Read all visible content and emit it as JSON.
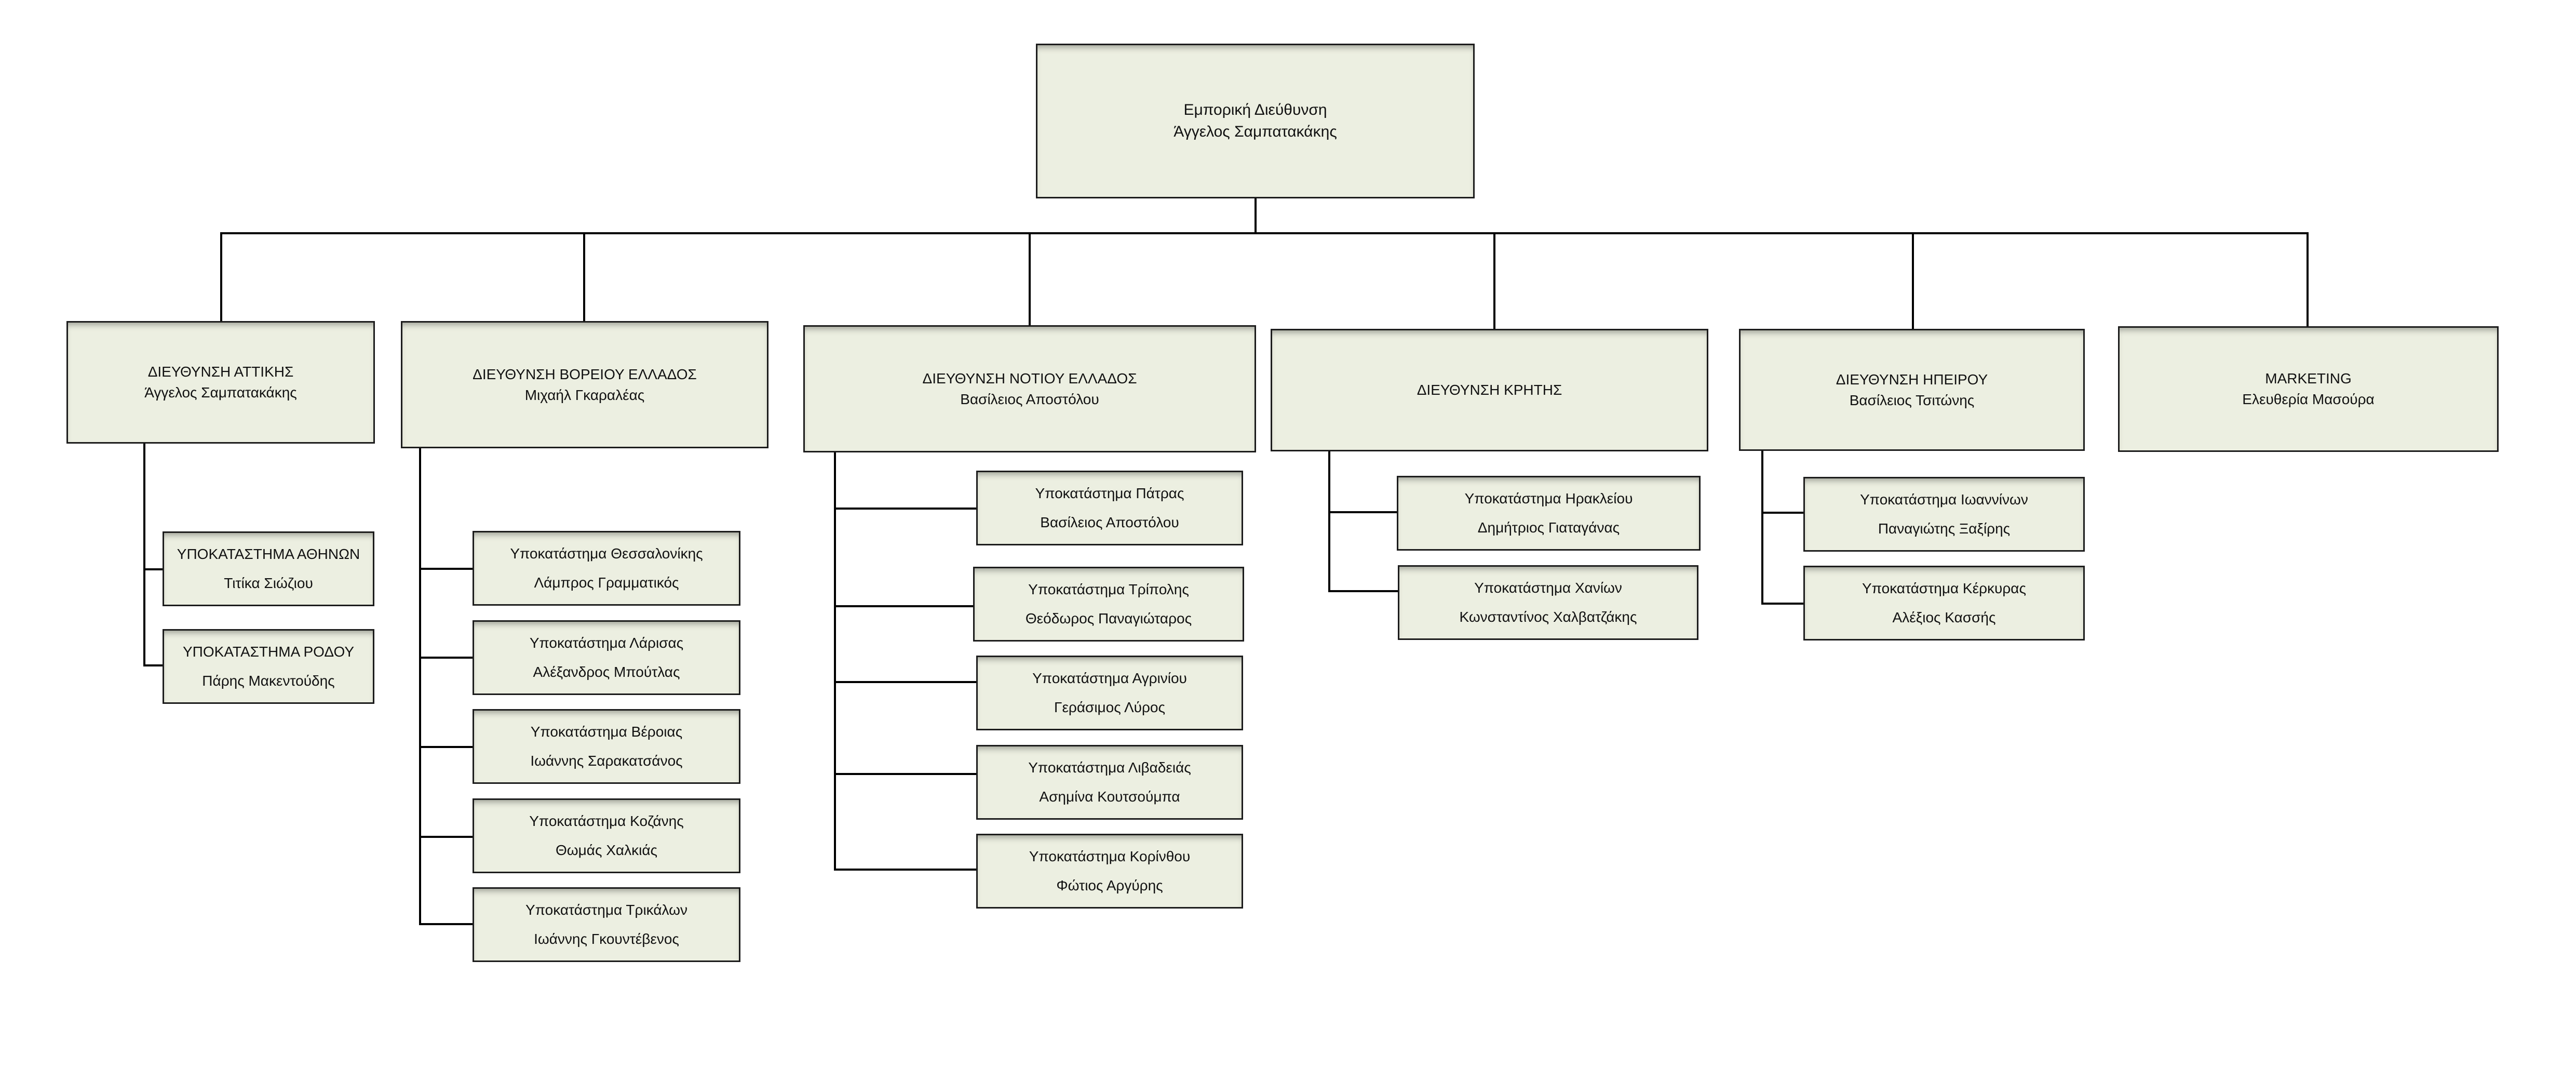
{
  "root": {
    "title": "Εμπορική Διεύθυνση",
    "person": "Άγγελος Σαμπατακάκης"
  },
  "departments": [
    {
      "title": "ΔΙΕΥΘΥΝΣΗ ΑΤΤΙΚΗΣ",
      "person": "Άγγελος Σαμπατακάκης",
      "branches": [
        {
          "title": "ΥΠΟΚΑΤΑΣΤΗΜΑ ΑΘΗΝΩΝ",
          "person": "Τιτίκα Σιώζιου"
        },
        {
          "title": "ΥΠΟΚΑΤΑΣΤΗΜΑ ΡΟΔΟΥ",
          "person": "Πάρης Μακεντούδης"
        }
      ]
    },
    {
      "title": "ΔΙΕΥΘΥΝΣΗ ΒΟΡΕΙΟΥ ΕΛΛΑΔΟΣ",
      "person": "Μιχαήλ Γκαραλέας",
      "branches": [
        {
          "title": "Υποκατάστημα Θεσσαλονίκης",
          "person": "Λάμπρος Γραμματικός"
        },
        {
          "title": "Υποκατάστημα Λάρισας",
          "person": "Αλέξανδρος Μπούτλας"
        },
        {
          "title": "Υποκατάστημα Βέροιας",
          "person": "Ιωάννης Σαρακατσάνος"
        },
        {
          "title": "Υποκατάστημα Κοζάνης",
          "person": "Θωμάς Χαλκιάς"
        },
        {
          "title": "Υποκατάστημα Τρικάλων",
          "person": "Ιωάννης Γκουντέβενος"
        }
      ]
    },
    {
      "title": "ΔΙΕΥΘΥΝΣΗ ΝΟΤΙΟΥ ΕΛΛΑΔΟΣ",
      "person": "Βασίλειος Αποστόλου",
      "branches": [
        {
          "title": "Υποκατάστημα Πάτρας",
          "person": "Βασίλειος Αποστόλου"
        },
        {
          "title": "Υποκατάστημα Τρίπολης",
          "person": "Θεόδωρος Παναγιώταρος"
        },
        {
          "title": "Υποκατάστημα Αγρινίου",
          "person": "Γεράσιμος Λύρος"
        },
        {
          "title": "Υποκατάστημα Λιβαδειάς",
          "person": "Ασημίνα Κουτσούμπα"
        },
        {
          "title": "Υποκατάστημα Κορίνθου",
          "person": "Φώτιος Αργύρης"
        }
      ]
    },
    {
      "title": "ΔΙΕΥΘΥΝΣΗ ΚΡΗΤΗΣ",
      "person": "",
      "branches": [
        {
          "title": "Υποκατάστημα Ηρακλείου",
          "person": "Δημήτριος Γιαταγάνας"
        },
        {
          "title": "Υποκατάστημα Χανίων",
          "person": "Κωνσταντίνος Χαλβατζάκης"
        }
      ]
    },
    {
      "title": "ΔΙΕΥΘΥΝΣΗ ΗΠΕΙΡΟΥ",
      "person": "Βασίλειος Τσιτώνης",
      "branches": [
        {
          "title": "Υποκατάστημα Ιωαννίνων",
          "person": "Παναγιώτης Ξαξίρης"
        },
        {
          "title": "Υποκατάστημα Κέρκυρας",
          "person": "Αλέξιος Κασσής"
        }
      ]
    },
    {
      "title": "MARKETING",
      "person": "Ελευθερία Μασούρα",
      "branches": []
    }
  ]
}
